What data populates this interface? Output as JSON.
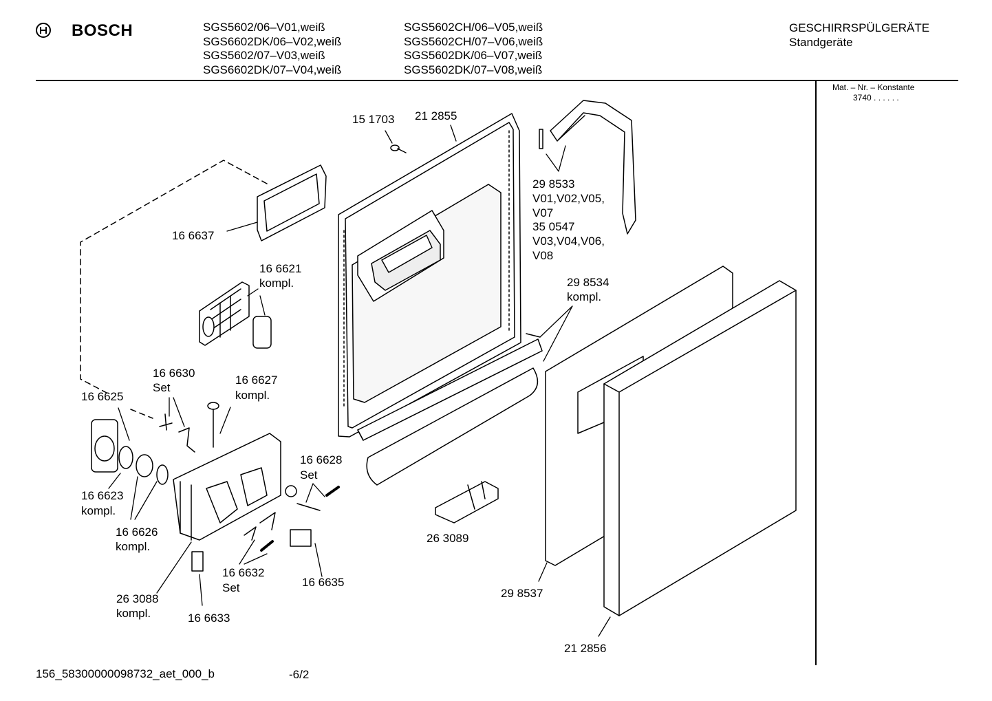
{
  "header": {
    "brand": "BOSCH",
    "models_col1": [
      "SGS5602/06–V01,weiß",
      "SGS6602DK/06–V02,weiß",
      "SGS5602/07–V03,weiß",
      "SGS6602DK/07–V04,weiß"
    ],
    "models_col2": [
      "SGS5602CH/06–V05,weiß",
      "SGS5602CH/07–V06,weiß",
      "SGS5602DK/06–V07,weiß",
      "SGS5602DK/07–V08,weiß"
    ],
    "category": "GESCHIRRSPÜLGERÄTE",
    "subcategory": "Standgeräte"
  },
  "sidebar": {
    "mat_label": "Mat. – Nr. – Konstante",
    "mat_value": "3740 . . . . . ."
  },
  "parts": {
    "p151703": "15 1703",
    "p212855": "21 2855",
    "p298533_a": "29 8533",
    "p298533_b": "V01,V02,V05,",
    "p298533_c": "V07",
    "p350547_a": "35 0547",
    "p350547_b": "V03,V04,V06,",
    "p350547_c": "V08",
    "p166637": "16 6637",
    "p166621_a": "16 6621",
    "p166621_b": "kompl.",
    "p298534_a": "29 8534",
    "p298534_b": "kompl.",
    "p166630_a": "16 6630",
    "p166630_b": "Set",
    "p166627_a": "16 6627",
    "p166627_b": "kompl.",
    "p166625": "16 6625",
    "p166628_a": "16 6628",
    "p166628_b": "Set",
    "p166623_a": "16 6623",
    "p166623_b": "kompl.",
    "p166626_a": "16 6626",
    "p166626_b": "kompl.",
    "p263089": "26 3089",
    "p166632_a": "16 6632",
    "p166632_b": "Set",
    "p166635": "16 6635",
    "p298537": "29 8537",
    "p263088_a": "26 3088",
    "p263088_b": "kompl.",
    "p166633": "16 6633",
    "p212856": "21 2856"
  },
  "footer": {
    "doc_id": "156_58300000098732_aet_000_b",
    "page": "-6/2"
  }
}
